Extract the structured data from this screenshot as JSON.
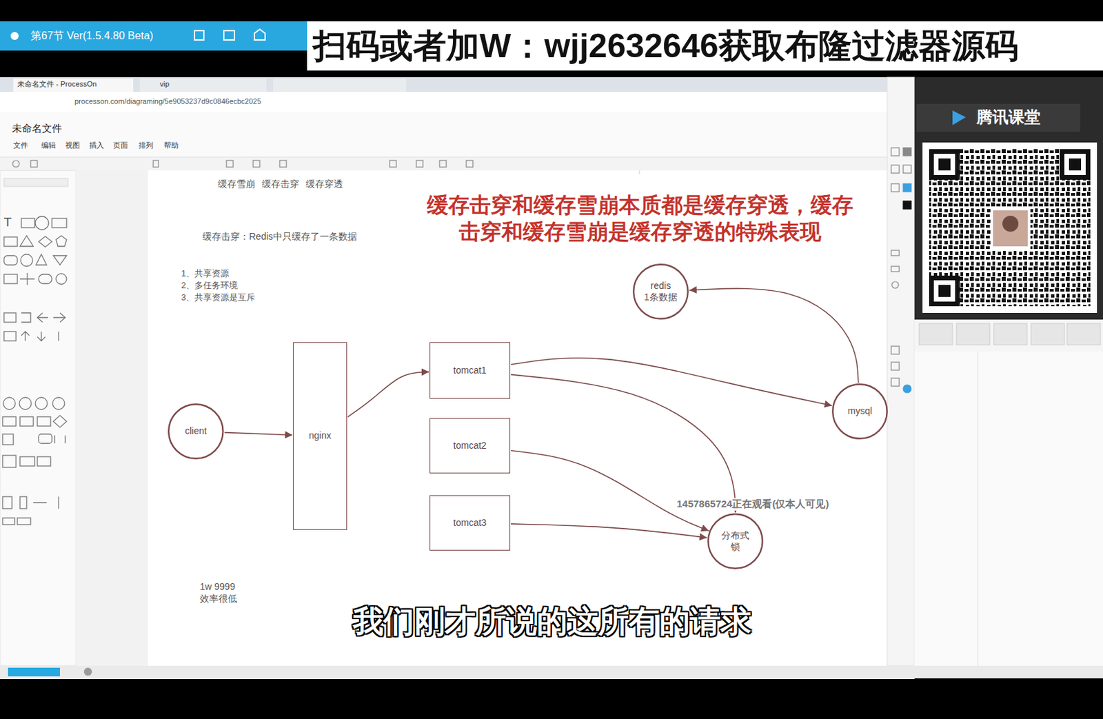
{
  "diagram": {
    "title": "缓存雪崩 缓存击穿 缓存穿透",
    "nodes": [
      {
        "text": [
          "client"
        ]
      },
      {
        "text": [
          "nginx"
        ]
      },
      {
        "text": [
          "tomcat1"
        ]
      },
      {
        "text": [
          "tomcat2"
        ]
      },
      {
        "text": [
          "tomcat3"
        ]
      },
      {
        "text": [
          "redis",
          "1条数据"
        ]
      },
      {
        "text": [
          "mysql"
        ]
      },
      {
        "text": [
          "分布式锁"
        ]
      }
    ],
    "edges": [
      {
        "from": 0,
        "to": 1,
        "arrow": "to"
      },
      {
        "from": 1,
        "to": 2,
        "arrow": "to"
      },
      {
        "from": 2,
        "to": 6,
        "arrow": "to"
      },
      {
        "from": 6,
        "to": 5,
        "arrow": "to"
      },
      {
        "from": 2,
        "to": 7,
        "arrow": "to"
      },
      {
        "from": 3,
        "to": 7,
        "arrow": "to"
      },
      {
        "from": 4,
        "to": 7,
        "arrow": "to"
      }
    ],
    "labels": [
      "缓存击穿：Redis中只缓存了一条数据",
      "1、共享资源",
      "2、多任务环境",
      "3、共享资源是互斥",
      "1w 9999",
      "效率很低",
      "缓存击穿和缓存雪崩本质都是缓存穿透，缓存击穿和缓存雪崩是缓存穿透的特殊表现",
      "我们刚才所说的这所有的请求",
      "扫码或者加W：wjj2632646获取布隆过滤器源码",
      "第67节 Ver(1.5.4.80 Beta)",
      "未命名文件 - ProcessOn",
      "vip",
      "processon.com/diagraming/5e9053237d9c0846ecbc2025",
      "未命名文件",
      "文件",
      "编辑",
      "视图",
      "插入",
      "页面",
      "排列",
      "帮助",
      "腾讯课堂",
      "1457865724正在观看(仅本人可见)"
    ]
  }
}
